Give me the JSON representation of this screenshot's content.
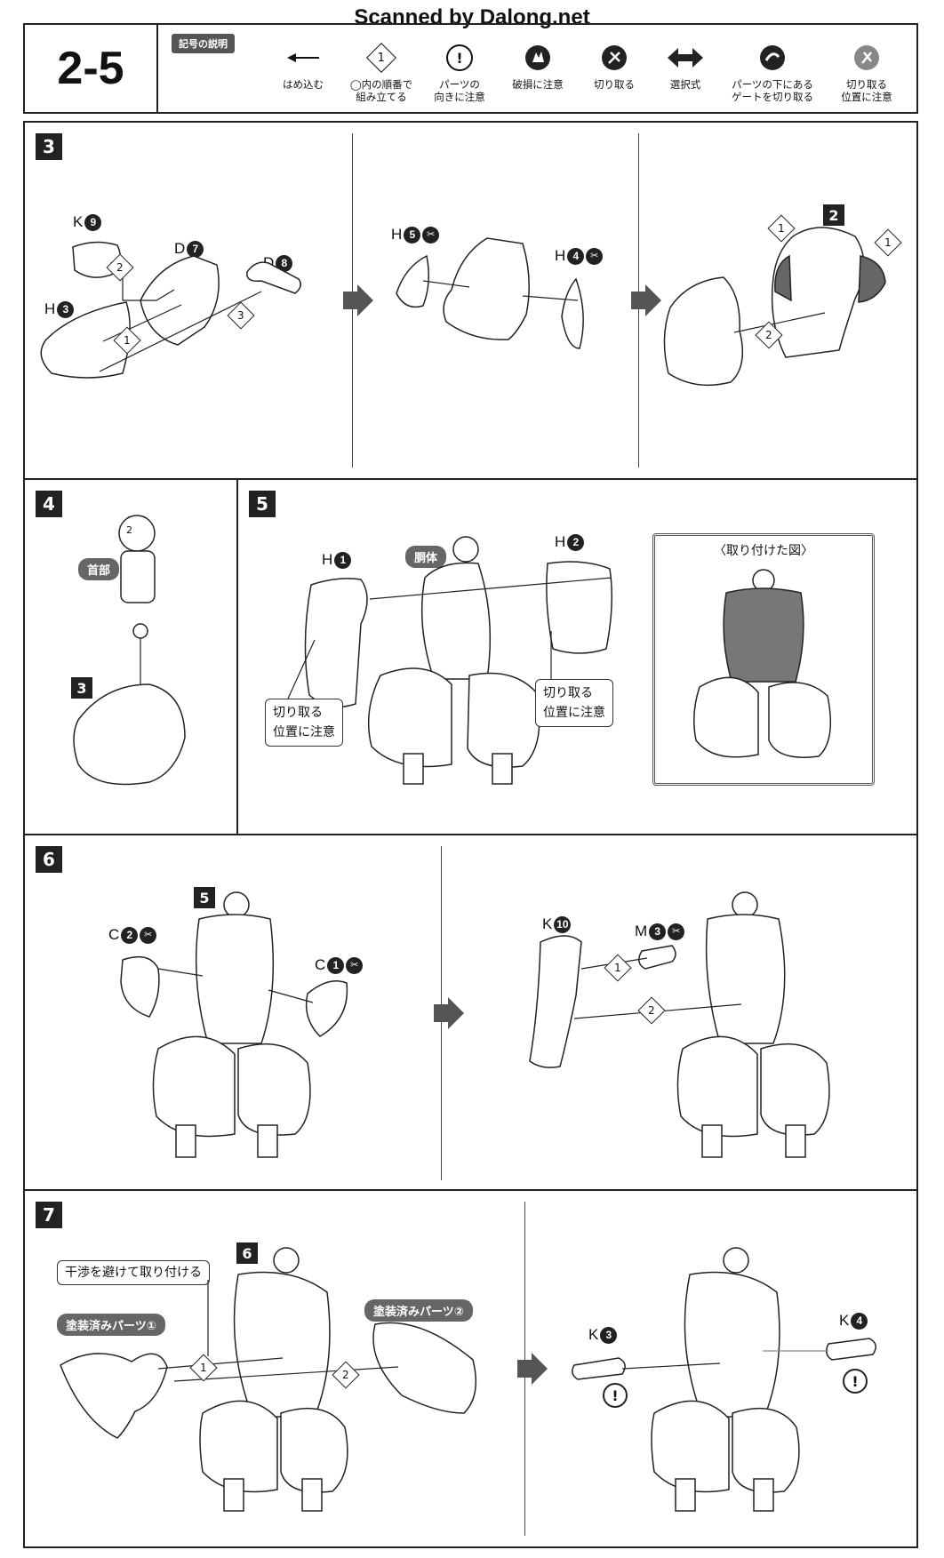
{
  "watermark": "Scanned by Dalong.net",
  "header": {
    "step": "2-5",
    "legend_title": "記号の説明",
    "legend": [
      {
        "icon": "arrow-left-icon",
        "label": "はめ込む"
      },
      {
        "icon": "order-number-icon",
        "icon_text": "1",
        "label": "◯内の順番で\n組み立てる"
      },
      {
        "icon": "exclamation-icon",
        "icon_text": "!",
        "label": "パーツの\n向きに注意"
      },
      {
        "icon": "breakage-icon",
        "label": "破損に注意"
      },
      {
        "icon": "cut-icon",
        "label": "切り取る"
      },
      {
        "icon": "double-arrow-icon",
        "label": "選択式"
      },
      {
        "icon": "gate-cut-icon",
        "label": "パーツの下にある\nゲートを切り取る"
      },
      {
        "icon": "cut-position-icon",
        "label": "切り取る\n位置に注意"
      }
    ]
  },
  "steps": {
    "s3": {
      "number": "3",
      "parts_a": [
        {
          "letter": "K",
          "num": "9"
        },
        {
          "letter": "D",
          "num": "7"
        },
        {
          "letter": "D",
          "num": "8"
        },
        {
          "letter": "H",
          "num": "3"
        }
      ],
      "orders_a": [
        "2",
        "1",
        "3"
      ],
      "parts_b": [
        {
          "letter": "H",
          "num": "5"
        },
        {
          "letter": "H",
          "num": "4"
        }
      ],
      "subassembly": "2",
      "orders_c": [
        "1",
        "1",
        "2"
      ]
    },
    "s4": {
      "number": "4",
      "neck_label": "首部",
      "subassembly": "3",
      "neck_mark": "2"
    },
    "s5": {
      "number": "5",
      "parts": [
        {
          "letter": "H",
          "num": "1"
        },
        {
          "letter": "H",
          "num": "2"
        }
      ],
      "torso_label": "胴体",
      "note_left": "切り取る\n位置に注意",
      "note_right": "切り取る\n位置に注意",
      "inset_caption": "〈取り付けた図〉"
    },
    "s6": {
      "number": "6",
      "subassembly": "5",
      "parts_a": [
        {
          "letter": "C",
          "num": "2"
        },
        {
          "letter": "C",
          "num": "1"
        }
      ],
      "parts_b": [
        {
          "letter": "K",
          "num": "10"
        },
        {
          "letter": "M",
          "num": "3"
        }
      ],
      "orders_b": [
        "1",
        "2"
      ]
    },
    "s7": {
      "number": "7",
      "subassembly": "6",
      "note": "干渉を避けて取り付ける",
      "painted_1": "塗装済みパーツ①",
      "painted_2": "塗装済みパーツ②",
      "orders_a": [
        "1",
        "2"
      ],
      "parts_b": [
        {
          "letter": "K",
          "num": "3"
        },
        {
          "letter": "K",
          "num": "4"
        }
      ],
      "excl": "!"
    }
  }
}
